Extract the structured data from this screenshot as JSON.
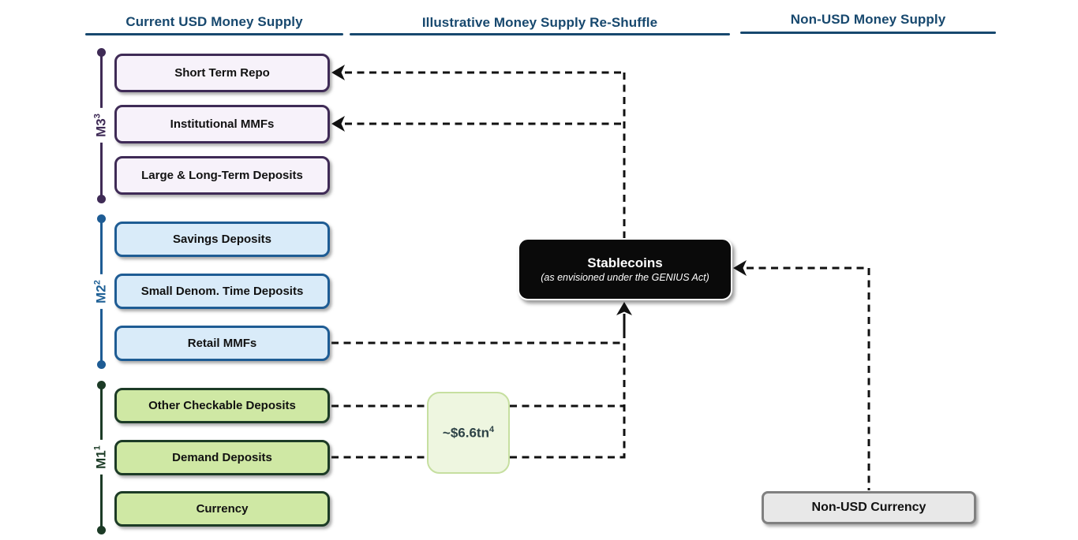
{
  "headers": {
    "left": "Current USD Money Supply",
    "middle": "Illustrative Money Supply Re-Shuffle",
    "right": "Non-USD Money Supply"
  },
  "groups": [
    {
      "name": "M3",
      "sup": "3",
      "boxes": [
        "Short Term Repo",
        "Institutional MMFs",
        "Large & Long-Term Deposits"
      ]
    },
    {
      "name": "M2",
      "sup": "2",
      "boxes": [
        "Savings Deposits",
        "Small Denom. Time Deposits",
        "Retail MMFs"
      ]
    },
    {
      "name": "M1",
      "sup": "1",
      "boxes": [
        "Other Checkable Deposits",
        "Demand Deposits",
        "Currency"
      ]
    }
  ],
  "stablecoins": {
    "title": "Stablecoins",
    "subtitle": "(as envisioned under the GENIUS Act)"
  },
  "amount": {
    "value": "~$6.6tn",
    "sup": "4"
  },
  "non_usd_currency_box": "Non-USD Currency",
  "colors": {
    "header": "#17486e",
    "m3_border": "#3f2b56",
    "m3_fill": "#f7f2fa",
    "m2_border": "#1e5c94",
    "m2_fill": "#d9ebf9",
    "m2_label": "#1d5f95",
    "m1_border": "#1c3b26",
    "m1_fill": "#cfe8a4",
    "amount_fill": "#eef6e0",
    "amount_border": "#c6dfa0",
    "amount_text": "#2e4347",
    "stablecoins_fill": "#0a0a0a",
    "stablecoins_text": "#ffffff",
    "non_usd_fill": "#e8e8e8",
    "non_usd_border": "#808080",
    "connector": "#111111"
  }
}
